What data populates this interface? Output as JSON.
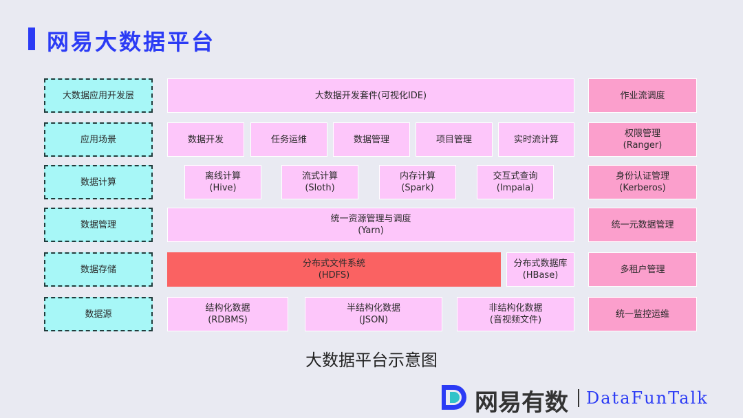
{
  "title": "网易大数据平台",
  "caption": "大数据平台示意图",
  "logo": {
    "cn": "网易有数",
    "separator": "|",
    "en": "DataFunTalk"
  },
  "layers": [
    "大数据应用开发层",
    "应用场景",
    "数据计算",
    "数据管理",
    "数据存储",
    "数据源"
  ],
  "dev": {
    "suite": "大数据开发套件(可视化IDE)",
    "workflow": "作业流调度"
  },
  "scenes": {
    "items": [
      "数据开发",
      "任务运维",
      "数据管理",
      "项目管理",
      "实时流计算"
    ],
    "auth": {
      "name": "权限管理",
      "sub": "(Ranger)"
    }
  },
  "compute": {
    "items": [
      {
        "name": "离线计算",
        "sub": "(Hive)"
      },
      {
        "name": "流式计算",
        "sub": "(Sloth)"
      },
      {
        "name": "内存计算",
        "sub": "(Spark)"
      },
      {
        "name": "交互式查询",
        "sub": "(Impala)"
      }
    ],
    "identity": {
      "name": "身份认证管理",
      "sub": "(Kerberos)"
    }
  },
  "manage": {
    "yarn": {
      "name": "统一资源管理与调度",
      "sub": "(Yarn)"
    },
    "meta": "统一元数据管理"
  },
  "storage": {
    "hdfs": {
      "name": "分布式文件系统",
      "sub": "(HDFS)"
    },
    "hbase": {
      "name": "分布式数据库",
      "sub": "(HBase)"
    },
    "tenant": "多租户管理"
  },
  "sources": {
    "items": [
      {
        "name": "结构化数据",
        "sub": "(RDBMS)"
      },
      {
        "name": "半结构化数据",
        "sub": "(JSON)"
      },
      {
        "name": "非结构化数据",
        "sub": "(音视频文件)"
      }
    ],
    "monitor": "统一监控运维"
  },
  "colors": {
    "title_blue": "#2b3bf5",
    "layer_cyan": "#a7f7f7",
    "box_pink": "#fdc6fa",
    "side_pink": "#fb9fcc",
    "hdfs_red": "#fa6262"
  }
}
